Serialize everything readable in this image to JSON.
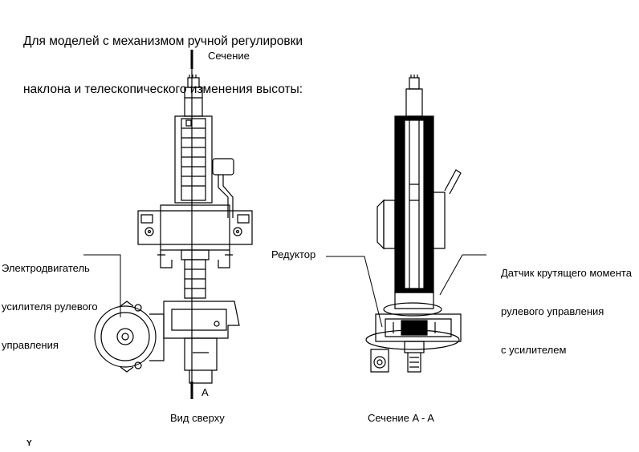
{
  "header": {
    "title_line1": "Для моделей с механизмом ручной регулировки",
    "title_line2": "наклона и телескопического изменения высоты:"
  },
  "top_view": {
    "section_label": "Сечение",
    "section_marker": "A",
    "caption": "Вид сверху",
    "motor_label": [
      "Электродвигатель",
      "усилителя рулевого",
      "управления"
    ]
  },
  "section_view": {
    "caption": "Сечение A - A",
    "reducer_label": "Редуктор",
    "torque_sensor_label": [
      "Датчик крутящего момента",
      "рулевого управления",
      "с усилителем"
    ]
  },
  "footer": {
    "corner_mark": "Y"
  }
}
